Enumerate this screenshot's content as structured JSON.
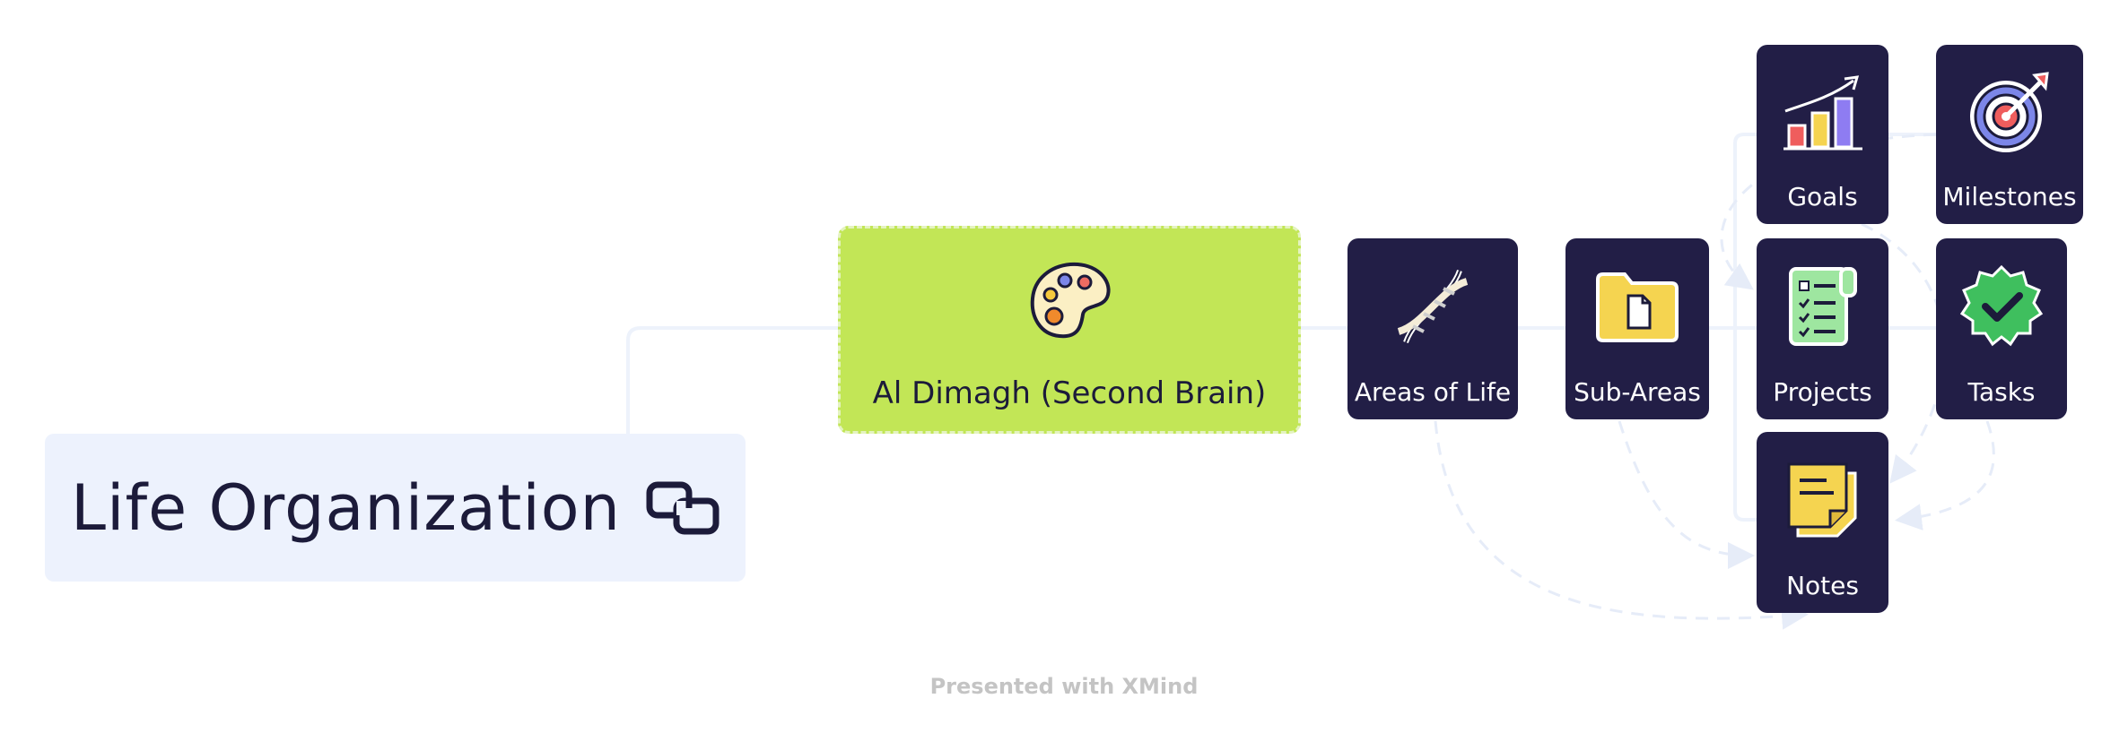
{
  "root": {
    "label": "Life Organization",
    "icon": "link-icon"
  },
  "brain": {
    "label": "Al Dimagh (Second Brain)",
    "icon": "palette-icon"
  },
  "nodes": {
    "areas": {
      "label": "Areas of Life",
      "icon": "dna-icon"
    },
    "subareas": {
      "label": "Sub-Areas",
      "icon": "folder-icon"
    },
    "goals": {
      "label": "Goals",
      "icon": "bar-chart-icon"
    },
    "milestones": {
      "label": "Milestones",
      "icon": "target-icon"
    },
    "projects": {
      "label": "Projects",
      "icon": "checklist-icon"
    },
    "tasks": {
      "label": "Tasks",
      "icon": "check-badge-icon"
    },
    "notes": {
      "label": "Notes",
      "icon": "sticky-note-icon"
    }
  },
  "colors": {
    "node_bg": "#221e46",
    "root_bg": "#edf2fd",
    "brain_bg": "#c2e656",
    "connector": "#eaf0fb"
  },
  "watermark": "Presented with XMind"
}
